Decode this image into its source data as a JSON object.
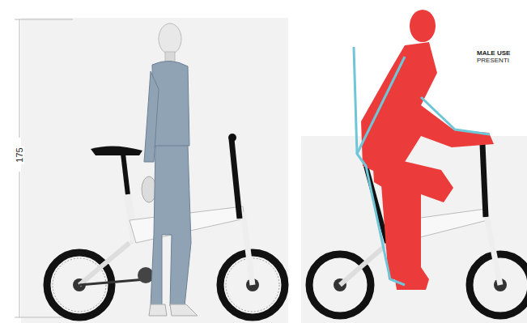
{
  "diagram": {
    "labels": [
      "175",
      "MALE USE",
      "PRESENTI"
    ]
  }
}
